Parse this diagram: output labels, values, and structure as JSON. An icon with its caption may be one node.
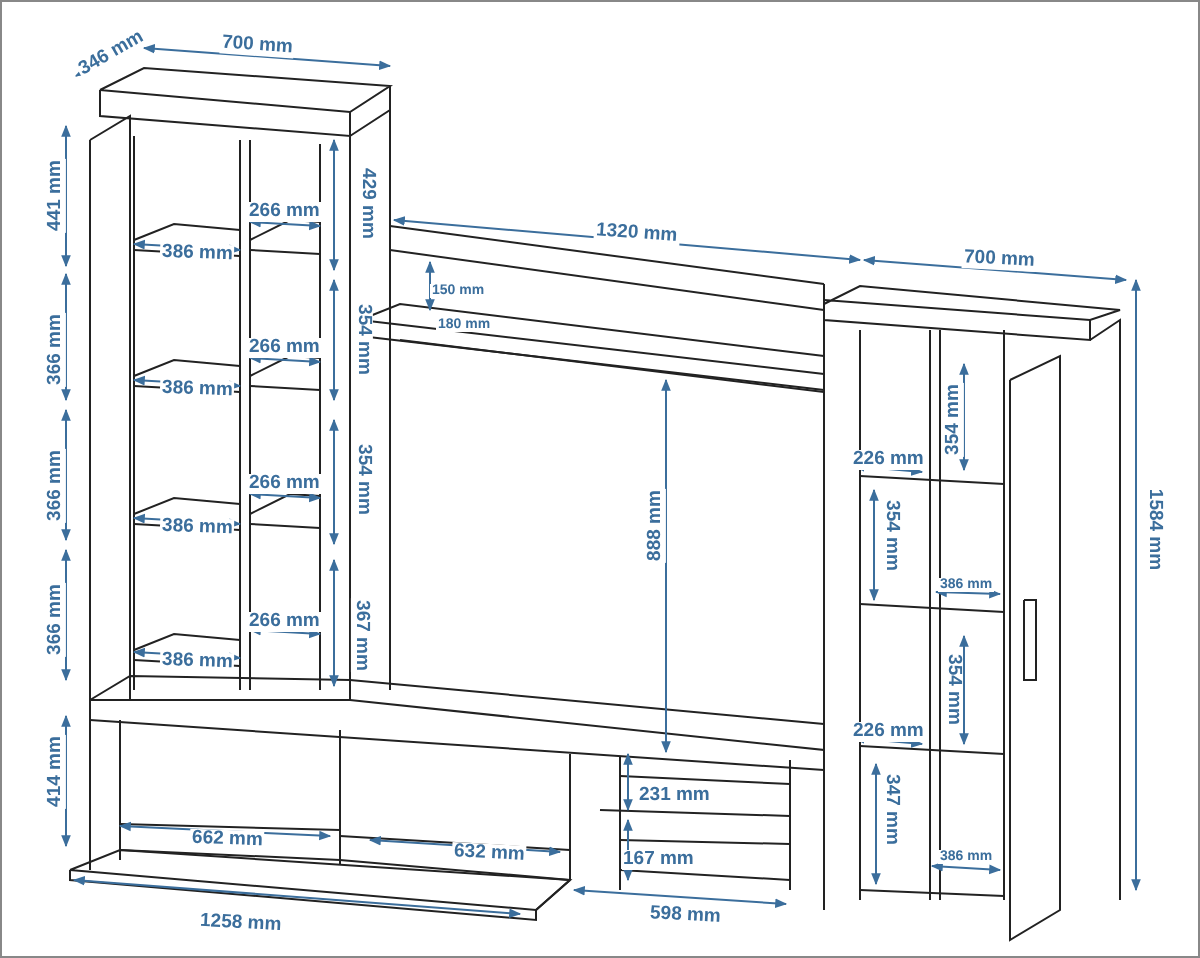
{
  "diagram": {
    "labels": [
      "346 mm",
      "700 mm",
      "441 mm",
      "266 mm",
      "429 mm",
      "386 mm",
      "1320 mm",
      "700 mm",
      "150 mm",
      "180 mm",
      "366 mm",
      "266 mm",
      "354 mm",
      "386 mm",
      "354 mm",
      "226 mm",
      "366 mm",
      "266 mm",
      "354 mm",
      "888 mm",
      "354 mm",
      "386 mm",
      "1584 mm",
      "386 mm",
      "366 mm",
      "266 mm",
      "367 mm",
      "386 mm",
      "354 mm",
      "226 mm",
      "414 mm",
      "231 mm",
      "662 mm",
      "632 mm",
      "167 mm",
      "347 mm",
      "386 mm",
      "1258 mm",
      "598 mm"
    ]
  }
}
